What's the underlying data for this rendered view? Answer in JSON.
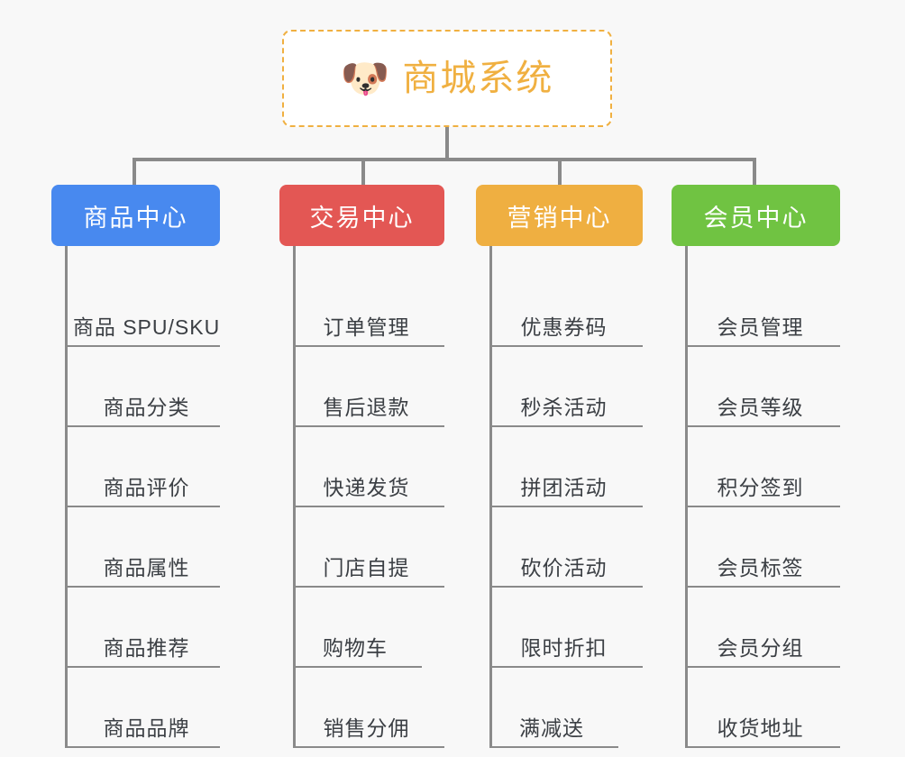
{
  "page": {
    "background": "#f8f8f8",
    "text_color": "#3b3f44",
    "line_color": "#8a8a8a"
  },
  "root": {
    "icon": "dog-face-emoji",
    "icon_glyph": "🐶",
    "title": "商城系统",
    "accent_color": "#f0b041",
    "border_style": "dashed",
    "background": "#ffffff"
  },
  "columns": [
    {
      "id": "product-center",
      "header": "商品中心",
      "color": "#4889ef",
      "items": [
        "商品 SPU/SKU",
        "商品分类",
        "商品评价",
        "商品属性",
        "商品推荐",
        "商品品牌"
      ]
    },
    {
      "id": "trade-center",
      "header": "交易中心",
      "color": "#e35754",
      "items": [
        "订单管理",
        "售后退款",
        "快递发货",
        "门店自提",
        "购物车",
        "销售分佣"
      ]
    },
    {
      "id": "marketing-center",
      "header": "营销中心",
      "color": "#efaf41",
      "items": [
        "优惠券码",
        "秒杀活动",
        "拼团活动",
        "砍价活动",
        "限时折扣",
        "满减送"
      ]
    },
    {
      "id": "member-center",
      "header": "会员中心",
      "color": "#70c342",
      "items": [
        "会员管理",
        "会员等级",
        "积分签到",
        "会员标签",
        "会员分组",
        "收货地址"
      ]
    }
  ]
}
